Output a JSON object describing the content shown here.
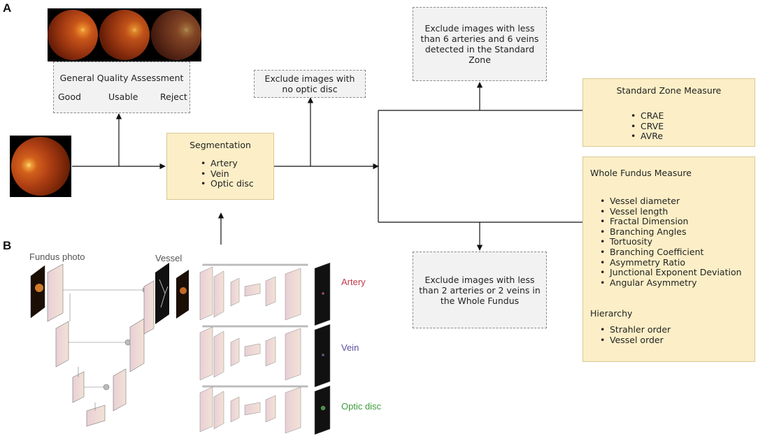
{
  "panels": {
    "a": "A",
    "b": "B"
  },
  "quality": {
    "title": "General Quality Assessment",
    "grades": [
      "Good",
      "Usable",
      "Reject"
    ]
  },
  "segmentation": {
    "title": "Segmentation",
    "items": [
      "Artery",
      "Vein",
      "Optic disc"
    ]
  },
  "exclude_optic": "Exclude images with no optic disc",
  "exclude_standard": "Exclude images with less than 6 arteries and 6 veins detected in the Standard Zone",
  "exclude_whole": "Exclude images with less than 2 arteries or 2 veins in the Whole Fundus",
  "standard_zone": {
    "title": "Standard Zone Measure",
    "items": [
      "CRAE",
      "CRVE",
      "AVRe"
    ]
  },
  "whole_fundus": {
    "title": "Whole Fundus Measure",
    "items": [
      "Vessel diameter",
      "Vessel length",
      "Fractal Dimension",
      "Branching Angles",
      "Tortuosity",
      "Branching Coefficient",
      "Asymmetry Ratio",
      "Junctional Exponent Deviation",
      "Angular Asymmetry"
    ],
    "hierarchy_title": "Hierarchy",
    "hierarchy_items": [
      "Strahler order",
      "Vessel order"
    ]
  },
  "network": {
    "input_label": "Fundus photo",
    "vessel_label": "Vessel",
    "outputs": [
      {
        "label": "Artery",
        "color": "#c0394b"
      },
      {
        "label": "Vein",
        "color": "#5a4fa0"
      },
      {
        "label": "Optic disc",
        "color": "#3f9a3a"
      }
    ]
  },
  "colors": {
    "box_fill": "#fcefc7",
    "dashed_fill": "#f2f2f2"
  }
}
